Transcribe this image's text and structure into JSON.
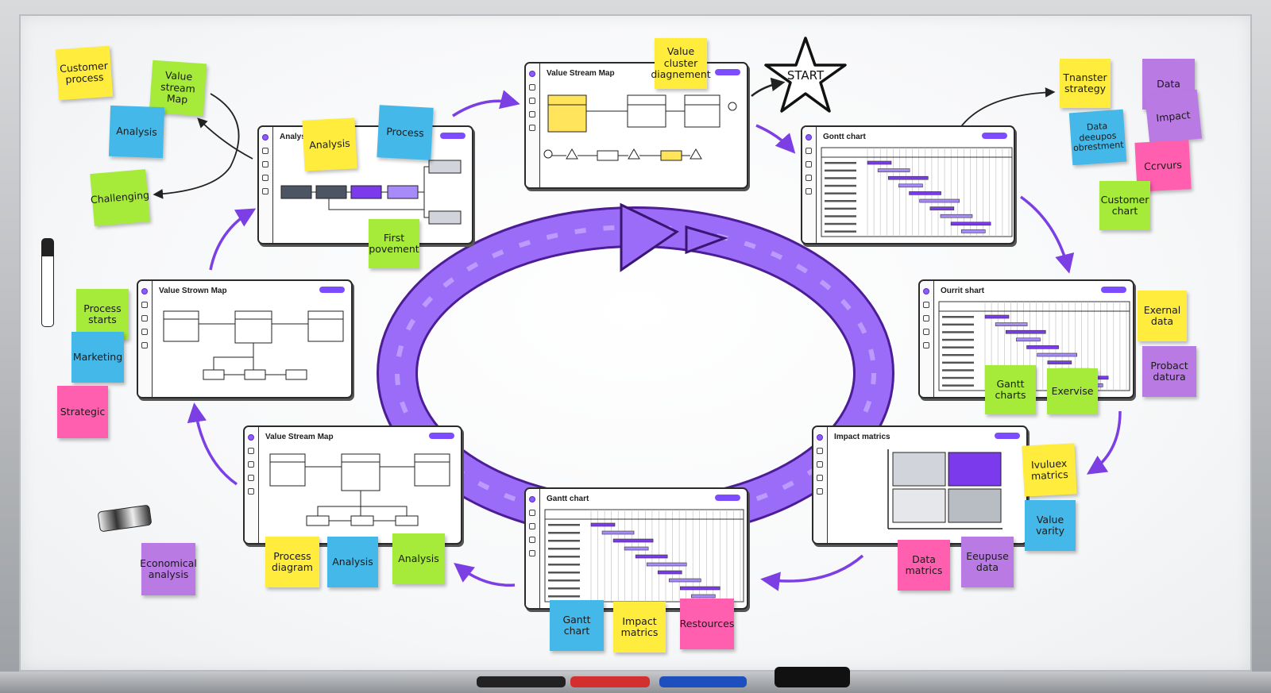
{
  "start_label": "START",
  "windows": {
    "w_analysis": {
      "title": "Analysis"
    },
    "w_vsm_top": {
      "title": "Value Stream Map"
    },
    "w_gantt_tr": {
      "title": "Gontt chart"
    },
    "w_vsm_left": {
      "title": "Value Strown Map"
    },
    "w_gantt_right": {
      "title": "Ourrit shart"
    },
    "w_vsm_bottom": {
      "title": "Value Stream Map"
    },
    "w_gantt_bottom": {
      "title": "Gantt chart"
    },
    "w_impact": {
      "title": "Impact matrics"
    }
  },
  "stickies": {
    "customer_process": "Customer process",
    "value_stream_map": "Value stream Map",
    "analysis_left": "Analysis",
    "challenging": "Challenging",
    "analysis_top": "Analysis",
    "process_top": "Process",
    "first_povement": "First povement",
    "value_cluster": "Value cluster diagnement",
    "tnanster_strategy": "Tnanster strategy",
    "data": "Data",
    "impact": "Impact",
    "data_deeupos": "Data deeupos obrestment",
    "cervuns": "Ccrvurs",
    "customer_chart": "Customer chart",
    "process_starts": "Process starts",
    "marketing": "Marketing",
    "strategic": "Strategic",
    "exernal_data": "Exernal data",
    "probact_datura": "Probact datura",
    "gantt_charts": "Gantt charts",
    "exervise": "Exervise",
    "ivuluex_matrics": "Ivuluex matrics",
    "value_varity": "Value varity",
    "economical_analysis": "Economical analysis",
    "process_diagram": "Process diagram",
    "analysis_bottom1": "Analysis",
    "analysis_bottom2": "Analysis",
    "gantt_chart_bottom": "Gantt chart",
    "impact_matrics": "Impact matrics",
    "restources": "Restources",
    "data_matrics": "Data matrics",
    "eeupuse_data": "Eeupuse data"
  },
  "colors": {
    "purple_arrow": "#8b5cf6",
    "purple_dark": "#4c1d95",
    "accent": "#7c4dff",
    "sticky_yellow": "#ffec3d",
    "sticky_green": "#a6ea3a",
    "sticky_blue": "#44b8e8",
    "sticky_pink": "#ff5fae",
    "sticky_purple": "#b97be3"
  }
}
